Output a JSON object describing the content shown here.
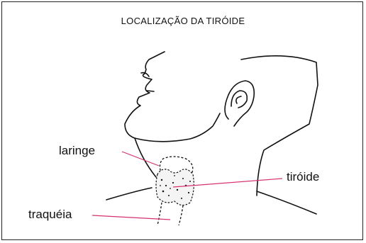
{
  "diagram": {
    "title": "LOCALIZAÇÃO DA TIRÓIDE",
    "labels": {
      "larynx": "laringe",
      "thyroid": "tiróide",
      "trachea": "traquéia"
    },
    "colors": {
      "pointer_line": "#d6306f",
      "outline": "#111111"
    }
  }
}
